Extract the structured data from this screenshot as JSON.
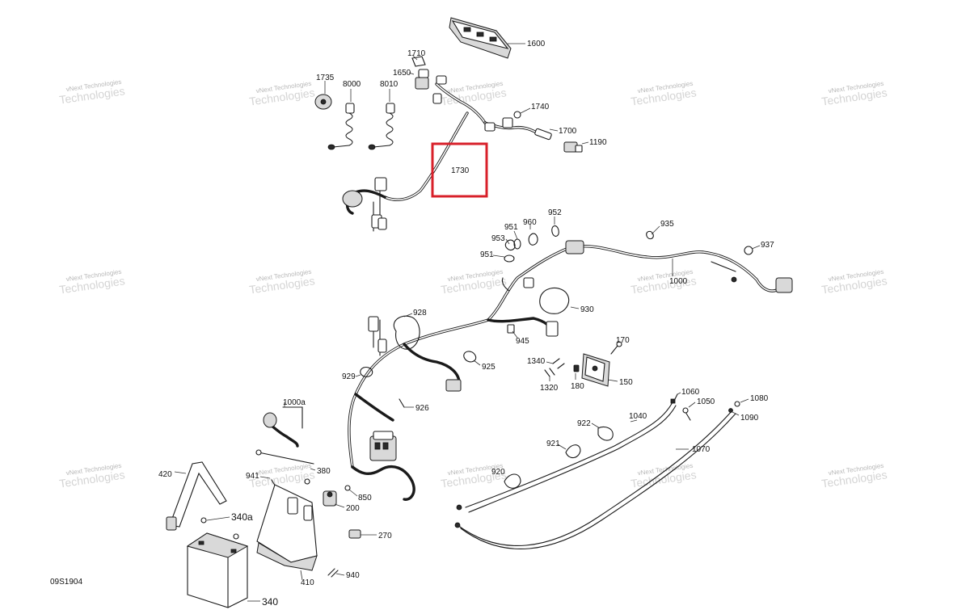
{
  "diagram": {
    "ref_code": "09S1904",
    "highlight_color": "#d8202a",
    "watermark": {
      "line1": "vNext Technologies",
      "line2": "Technologies"
    },
    "parts": {
      "p1600": "1600",
      "p1710": "1710",
      "p1650": "1650",
      "p1735": "1735",
      "p8000": "8000",
      "p8010": "8010",
      "p1740": "1740",
      "p1700": "1700",
      "p1190": "1190",
      "p1730": "1730",
      "p952": "952",
      "p960": "960",
      "p951a": "951",
      "p953": "953",
      "p951b": "951",
      "p935": "935",
      "p937": "937",
      "p1000": "1000",
      "p928": "928",
      "p930": "930",
      "p945": "945",
      "p170": "170",
      "p1340": "1340",
      "p1320": "1320",
      "p180": "180",
      "p150": "150",
      "p929": "929",
      "p925": "925",
      "p926": "926",
      "p1000a": "1000a",
      "p1060": "1060",
      "p1050": "1050",
      "p1080": "1080",
      "p1090": "1090",
      "p1040": "1040",
      "p922": "922",
      "p921": "921",
      "p1070": "1070",
      "p920": "920",
      "p420": "420",
      "p941": "941",
      "p380": "380",
      "p340a": "340a",
      "p850": "850",
      "p200": "200",
      "p270": "270",
      "p410": "410",
      "p940": "940",
      "p340": "340"
    }
  }
}
